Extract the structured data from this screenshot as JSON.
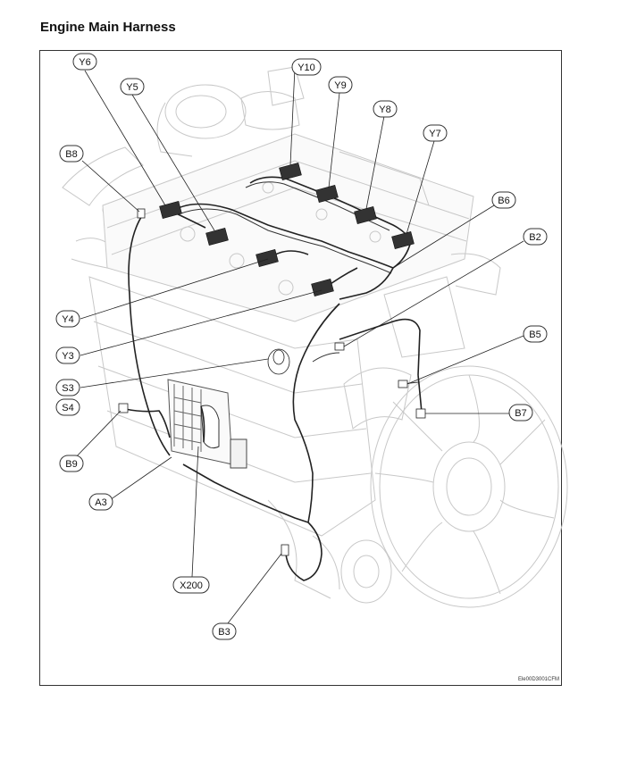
{
  "title": "Engine Main Harness",
  "figure_ref": "Ele00D3001CFM",
  "labels": {
    "Y6": "Y6",
    "Y5": "Y5",
    "Y10": "Y10",
    "Y9": "Y9",
    "Y8": "Y8",
    "Y7": "Y7",
    "B8": "B8",
    "B6": "B6",
    "B2": "B2",
    "Y4": "Y4",
    "Y3": "Y3",
    "B5": "B5",
    "S3": "S3",
    "S4": "S4",
    "B7": "B7",
    "B9": "B9",
    "A3": "A3",
    "X200": "X200",
    "B3": "B3"
  }
}
